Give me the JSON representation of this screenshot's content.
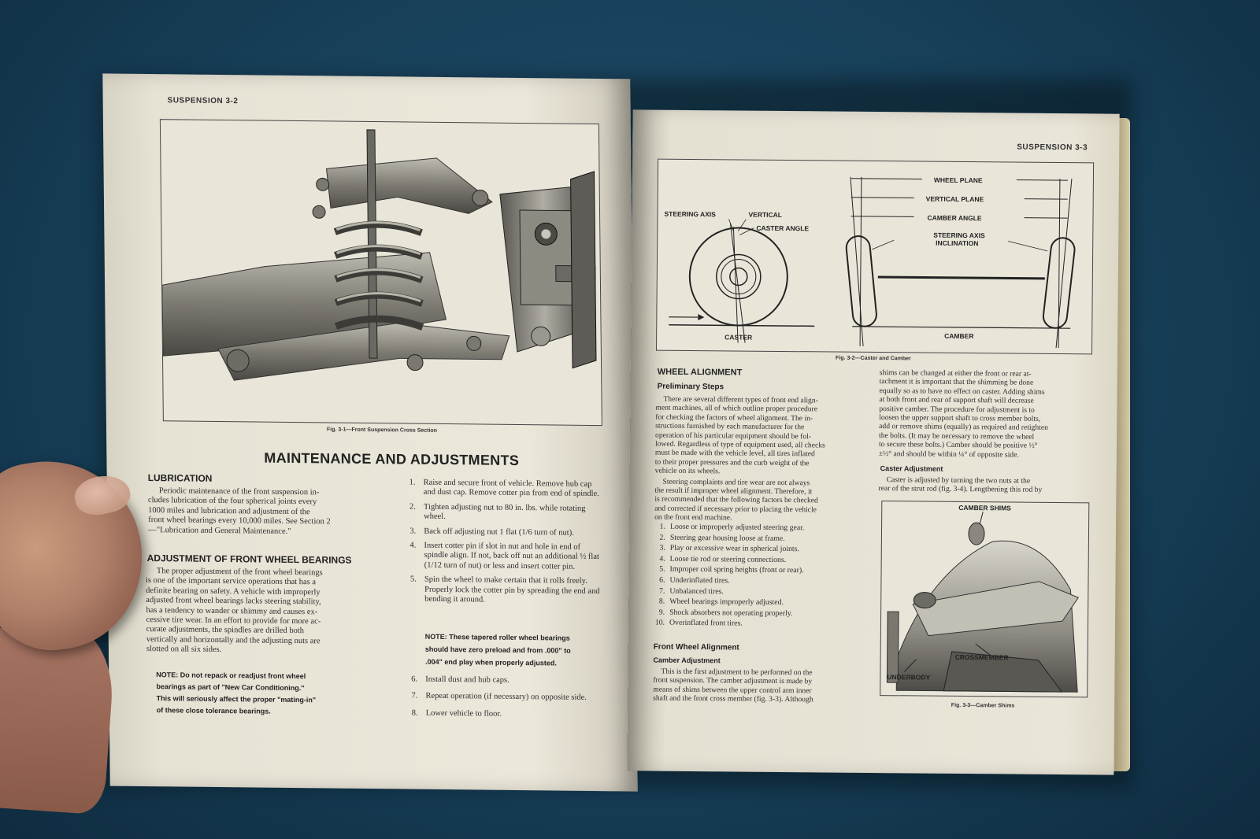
{
  "left_page": {
    "running_head": "SUSPENSION 3-2",
    "figure_caption": "Fig. 3-1—Front Suspension Cross Section",
    "main_heading": "MAINTENANCE AND ADJUSTMENTS",
    "lubrication": {
      "heading": "LUBRICATION",
      "lines": [
        "Periodic maintenance of the front suspension in-",
        "cludes lubrication of the four spherical joints every",
        "1000 miles and lubrication and adjustment of the",
        "front wheel bearings every 10,000 miles. See Section 2",
        "—\"Lubrication and General Maintenance.\""
      ]
    },
    "bearings": {
      "heading": "ADJUSTMENT OF FRONT WHEEL BEARINGS",
      "lines": [
        "The proper adjustment of the front wheel bearings",
        "is one of the important service operations that has a",
        "definite bearing on safety. A vehicle with improperly",
        "adjusted front wheel bearings lacks steering stability,",
        "has a tendency to wander or shimmy and causes ex-",
        "cessive tire wear. In an effort to provide for more ac-",
        "curate adjustments, the spindles are drilled both",
        "vertically and horizontally and the adjusting nuts are",
        "slotted on all six sides."
      ],
      "note_lines": [
        "NOTE: Do not repack or readjust front wheel",
        "bearings as part of \"New Car Conditioning.\"",
        "This will seriously affect the proper \"mating-in\"",
        "of these close tolerance bearings."
      ]
    },
    "steps": [
      {
        "n": "1.",
        "text": "Raise and secure front of vehicle. Remove hub cap and dust cap. Remove cotter pin from end of spindle."
      },
      {
        "n": "2.",
        "text": "Tighten adjusting nut to 80 in. lbs. while rotating wheel."
      },
      {
        "n": "3.",
        "text": "Back off adjusting nut 1 flat (1/6 turn of nut)."
      },
      {
        "n": "4.",
        "text": "Insert cotter pin if slot in nut and hole in end of spindle align. If not, back off nut an additional ½ flat (1/12 turn of nut) or less and insert cotter pin."
      },
      {
        "n": "5.",
        "text": "Spin the wheel to make certain that it rolls freely. Properly lock the cotter pin by spreading the end and bending it around."
      }
    ],
    "steps_note_lines": [
      "NOTE: These tapered roller wheel bearings",
      "should have zero preload and from .000\" to",
      ".004\" end play when properly adjusted."
    ],
    "steps_after": [
      {
        "n": "6.",
        "text": "Install dust and hub caps."
      },
      {
        "n": "7.",
        "text": "Repeat operation (if necessary) on opposite side."
      },
      {
        "n": "8.",
        "text": "Lower vehicle to floor."
      }
    ]
  },
  "right_page": {
    "running_head": "SUSPENSION 3-3",
    "figure_caption": "Fig. 3-2—Caster and Camber",
    "diagram_labels": {
      "steering_axis": "STEERING AXIS",
      "vertical": "VERTICAL",
      "caster_angle": "CASTER ANGLE",
      "caster": "CASTER",
      "wheel_plane": "WHEEL PLANE",
      "vertical_plane": "VERTICAL PLANE",
      "camber_angle": "CAMBER ANGLE",
      "steering_axis_inclination_1": "STEERING AXIS",
      "steering_axis_inclination_2": "INCLINATION",
      "camber": "CAMBER"
    },
    "wheel_alignment": {
      "heading": "WHEEL ALIGNMENT",
      "subheading": "Preliminary Steps",
      "lines": [
        "There are several different types of front end align-",
        "ment machines, all of which outline proper procedure",
        "for checking the factors of wheel alignment. The in-",
        "structions furnished by each manufacturer for the",
        "operation of his particular equipment should be fol-",
        "lowed. Regardless of type of equipment used, all checks",
        "must be made with the vehicle level, all tires inflated",
        "to their proper pressures and the curb weight of the",
        "vehicle on its wheels."
      ],
      "lines2": [
        "Steering complaints and tire wear are not always",
        "the result if improper wheel alignment. Therefore, it",
        "is recommended that the following factors be checked",
        "and corrected if necessary prior to placing the vehicle",
        "on the front end machine."
      ],
      "factors": [
        {
          "n": "1.",
          "text": "Loose or improperly adjusted steering gear."
        },
        {
          "n": "2.",
          "text": "Steering gear housing loose at frame."
        },
        {
          "n": "3.",
          "text": "Play or excessive wear in spherical joints."
        },
        {
          "n": "4.",
          "text": "Loose tie rod or steering connections."
        },
        {
          "n": "5.",
          "text": "Improper coil spring heights (front or rear)."
        },
        {
          "n": "6.",
          "text": "Underinflated tires."
        },
        {
          "n": "7.",
          "text": "Unbalanced tires."
        },
        {
          "n": "8.",
          "text": "Wheel bearings improperly adjusted."
        },
        {
          "n": "9.",
          "text": "Shock absorbers not operating properly."
        },
        {
          "n": "10.",
          "text": "Overinflated front tires."
        }
      ]
    },
    "front_wheel_alignment": {
      "heading": "Front Wheel Alignment",
      "subheading": "Camber Adjustment",
      "lines": [
        "This is the first adjustment to be performed on the",
        "front suspension. The camber adjustment is made by",
        "means of shims between the upper control arm inner",
        "shaft and the front cross member (fig. 3-3). Although"
      ]
    },
    "column2": {
      "lines": [
        "shims can be changed at either the front or rear at-",
        "tachment it is important that the shimming be done",
        "equally so as to have no effect on caster. Adding shims",
        "at both front and rear of support shaft will decrease",
        "positive camber. The procedure for adjustment is to",
        "loosen the upper support shaft to cross member bolts,",
        "add or remove shims (equally) as required and retighten",
        "the bolts. (It may be necessary to remove the wheel",
        "to secure these bolts.) Camber should be positive ½°",
        "±½° and should be within ¼° of opposite side."
      ],
      "caster_heading": "Caster Adjustment",
      "caster_lines": [
        "Caster is adjusted by turning the two nuts at the",
        "rear of the strut rod (fig. 3-4). Lengthening this rod by"
      ]
    },
    "fig3": {
      "label_camber_shims": "CAMBER SHIMS",
      "label_crossmember": "CROSSMEMBER",
      "label_underbody": "UNDERBODY",
      "caption": "Fig. 3-3—Camber Shims"
    }
  }
}
